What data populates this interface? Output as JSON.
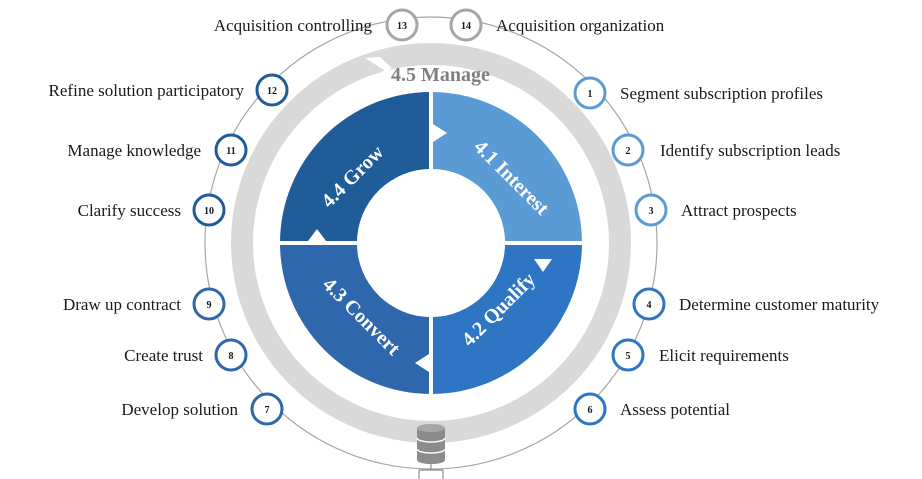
{
  "manage": {
    "label": "4.5 Manage"
  },
  "phases": [
    {
      "id": "interest",
      "label": "4.1 Interest",
      "color": "#5b9bd5"
    },
    {
      "id": "qualify",
      "label": "4.2 Qualify",
      "color": "#2e75c4"
    },
    {
      "id": "convert",
      "label": "4.3 Convert",
      "color": "#2f67ad"
    },
    {
      "id": "grow",
      "label": "4.4 Grow",
      "color": "#1f5c99"
    }
  ],
  "steps": [
    {
      "num": "1",
      "label": "Segment subscription profiles",
      "color": "#5b9bd5"
    },
    {
      "num": "2",
      "label": "Identify subscription leads",
      "color": "#5b9bd5"
    },
    {
      "num": "3",
      "label": "Attract prospects",
      "color": "#5b9bd5"
    },
    {
      "num": "4",
      "label": "Determine customer maturity",
      "color": "#2e75c4"
    },
    {
      "num": "5",
      "label": "Elicit requirements",
      "color": "#2e75c4"
    },
    {
      "num": "6",
      "label": "Assess potential",
      "color": "#2e75c4"
    },
    {
      "num": "7",
      "label": "Develop solution",
      "color": "#2f67ad"
    },
    {
      "num": "8",
      "label": "Create trust",
      "color": "#2f67ad"
    },
    {
      "num": "9",
      "label": "Draw up contract",
      "color": "#2f67ad"
    },
    {
      "num": "10",
      "label": "Clarify success",
      "color": "#1f5c99"
    },
    {
      "num": "11",
      "label": "Manage knowledge",
      "color": "#1f5c99"
    },
    {
      "num": "12",
      "label": "Refine solution participatory",
      "color": "#1f5c99"
    },
    {
      "num": "13",
      "label": "Acquisition controlling",
      "color": "#a6a6a6"
    },
    {
      "num": "14",
      "label": "Acquisition organization",
      "color": "#a6a6a6"
    }
  ],
  "colors": {
    "outer_ring": "#a6a6a6",
    "manage_band": "#d9d9d9",
    "database": "#8c8c8c"
  },
  "icons": {
    "database": "database-icon"
  }
}
